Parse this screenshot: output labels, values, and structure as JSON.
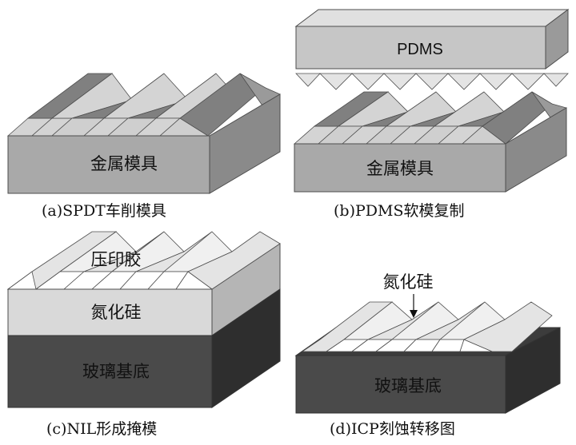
{
  "panels": {
    "a": {
      "caption": "(a)SPDT车削模具",
      "block_label": "金属模具"
    },
    "b": {
      "caption": "(b)PDMS软模复制",
      "top_label": "PDMS",
      "block_label": "金属模具"
    },
    "c": {
      "caption": "(c)NIL形成掩模",
      "resist_label": "压印胶",
      "middle_label": "氮化硅",
      "bottom_label": "玻璃基底"
    },
    "d": {
      "caption": "(d)ICP刻蚀转移图",
      "pointer_label": "氮化硅",
      "block_label": "玻璃基底"
    }
  },
  "colors": {
    "metal_front": "#a9a9a9",
    "metal_top": "#c8c8c8",
    "metal_side": "#8a8a8a",
    "ridge_dark": "#808080",
    "ridge_light": "#d4d4d4",
    "pdms_front": "#c6c6c6",
    "pdms_top": "#e0e0e0",
    "pdms_side": "#9a9a9a",
    "resist": "#e4e4e4",
    "nitride": "#d9d9d9",
    "glass_front": "#4a4a4a",
    "glass_side": "#2e2e2e",
    "outline": "#4d4d4d"
  }
}
